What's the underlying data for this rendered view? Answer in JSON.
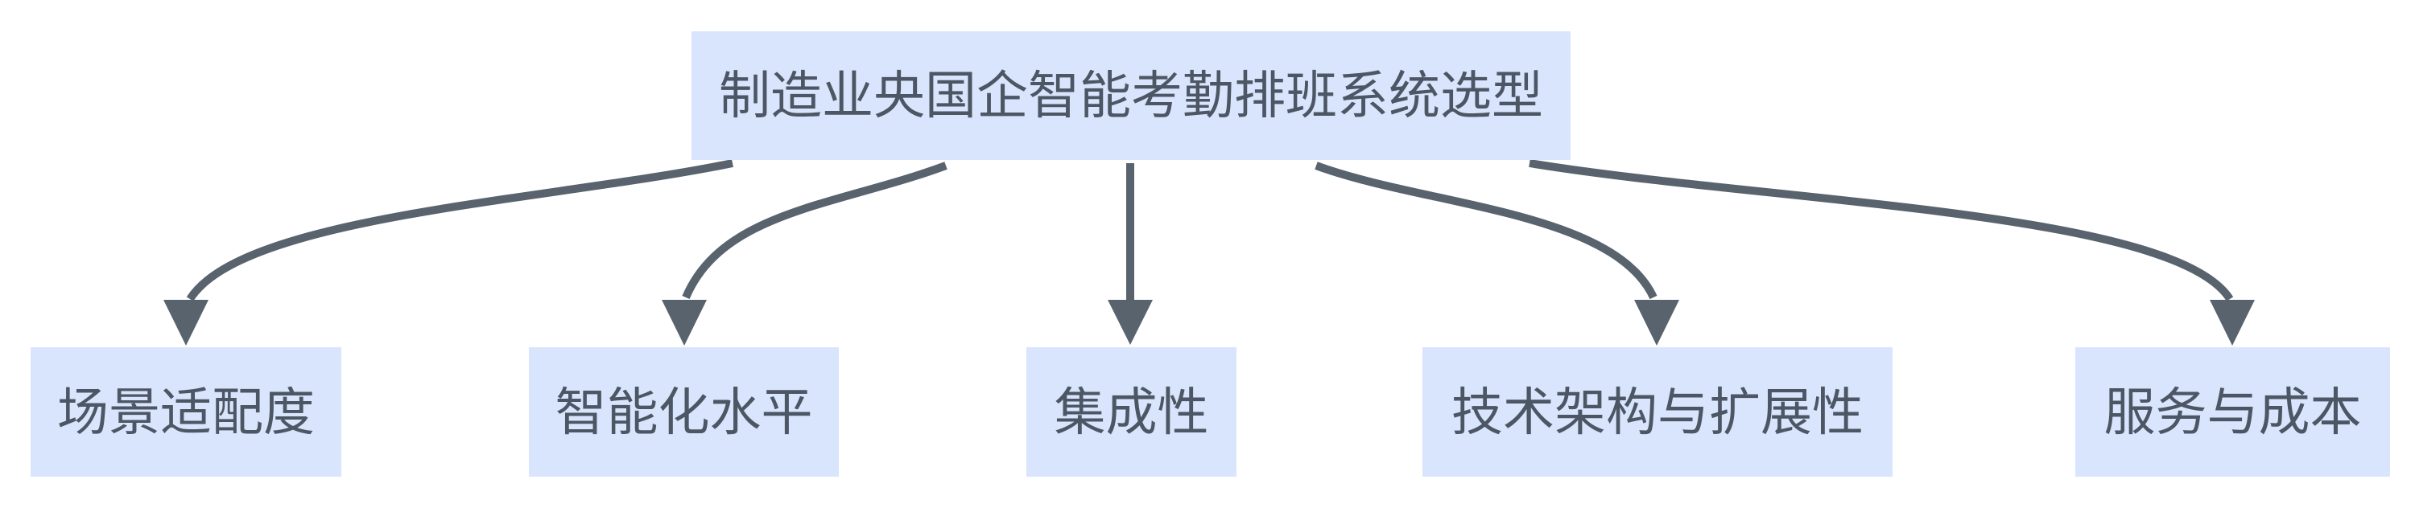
{
  "diagram": {
    "type": "flowchart-top-down",
    "root": {
      "id": "root",
      "label": "制造业央国企智能考勤排班系统选型"
    },
    "children": [
      {
        "id": "scene-fit",
        "label": "场景适配度"
      },
      {
        "id": "intelligence-level",
        "label": "智能化水平"
      },
      {
        "id": "integration",
        "label": "集成性"
      },
      {
        "id": "architecture-scalability",
        "label": "技术架构与扩展性"
      },
      {
        "id": "service-cost",
        "label": "服务与成本"
      }
    ],
    "edges": [
      {
        "from": "root",
        "to": "scene-fit"
      },
      {
        "from": "root",
        "to": "intelligence-level"
      },
      {
        "from": "root",
        "to": "integration"
      },
      {
        "from": "root",
        "to": "architecture-scalability"
      },
      {
        "from": "root",
        "to": "service-cost"
      }
    ],
    "colors": {
      "node_fill": "#d8e5fc",
      "node_text": "#4c5664",
      "edge": "#59636e",
      "background": "#ffffff"
    }
  }
}
